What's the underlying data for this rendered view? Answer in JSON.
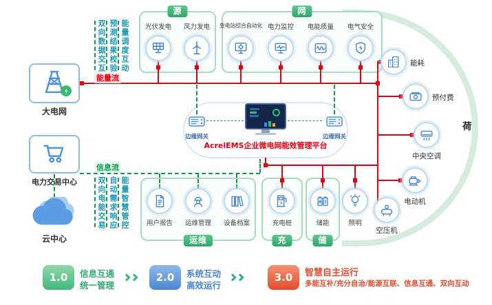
{
  "platform": {
    "title": "AcrelEMS企业微电网能效管理平台",
    "monitor_icon": "platform-monitor-icon"
  },
  "left": {
    "grid": {
      "label": "大电网",
      "icon": "transmission-tower-icon"
    },
    "trade": {
      "label": "电力交易中心",
      "icon": "shopping-cart-icon"
    },
    "cloud": {
      "label": "云中心",
      "icon": "cloud-icon"
    }
  },
  "flows": {
    "energy": "能量流",
    "info": "信息流",
    "top_annotations": [
      "双向数据交互",
      "预测结果校验",
      "能量调度互动"
    ],
    "bottom_annotations": [
      "双向电能交易",
      "自动需求响应",
      "能量智慧管控"
    ]
  },
  "gateways": {
    "left": "边缘网关",
    "right": "边缘网关"
  },
  "groups": {
    "source": {
      "tab": "源",
      "items": [
        {
          "label": "光伏发电",
          "icon": "solar-panel-icon"
        },
        {
          "label": "风力发电",
          "icon": "wind-turbine-icon"
        }
      ]
    },
    "network": {
      "tab": "网",
      "items": [
        {
          "label": "变电站综合自动化",
          "icon": "substation-automation-icon"
        },
        {
          "label": "电力监控",
          "icon": "power-monitor-icon"
        },
        {
          "label": "电能质量",
          "icon": "power-quality-icon"
        },
        {
          "label": "电气安全",
          "icon": "electrical-safety-icon"
        }
      ]
    },
    "om": {
      "tab": "运维",
      "items": [
        {
          "label": "用户报告",
          "icon": "user-report-icon"
        },
        {
          "label": "运维管理",
          "icon": "om-management-icon"
        },
        {
          "label": "设备档案",
          "icon": "equipment-archive-icon"
        }
      ]
    },
    "charge": {
      "tab": "充",
      "items": [
        {
          "label": "充电桩",
          "icon": "ev-charger-icon"
        }
      ]
    },
    "storage": {
      "tab": "储",
      "items": [
        {
          "label": "储能",
          "icon": "battery-icon"
        }
      ]
    },
    "load": {
      "tab": "荷",
      "items": [
        {
          "label": "能耗",
          "icon": "building-icon"
        },
        {
          "label": "预付费",
          "icon": "prepaid-icon"
        },
        {
          "label": "中央空调",
          "icon": "central-ac-icon"
        },
        {
          "label": "电动机",
          "icon": "motor-icon"
        },
        {
          "label": "空压机",
          "icon": "air-compressor-icon"
        },
        {
          "label": "照明",
          "icon": "lighting-icon"
        }
      ]
    }
  },
  "legend": [
    {
      "version": "1.0",
      "lines": [
        "信息互通",
        "统一管理"
      ],
      "color": "#3cb878"
    },
    {
      "version": "2.0",
      "lines": [
        "系统互动",
        "高效运行"
      ],
      "color": "#4a86d2"
    },
    {
      "version": "3.0",
      "lines": [
        "智慧自主运行",
        "多能互补/充分自治/能源互联、信息互通、双向互动"
      ],
      "color": "#e64c2e"
    }
  ],
  "colors": {
    "energy_flow": "#e60012",
    "info_flow": "#0a9e4a",
    "group_green": "#2fa768",
    "node_blue": "#3f83d6"
  }
}
